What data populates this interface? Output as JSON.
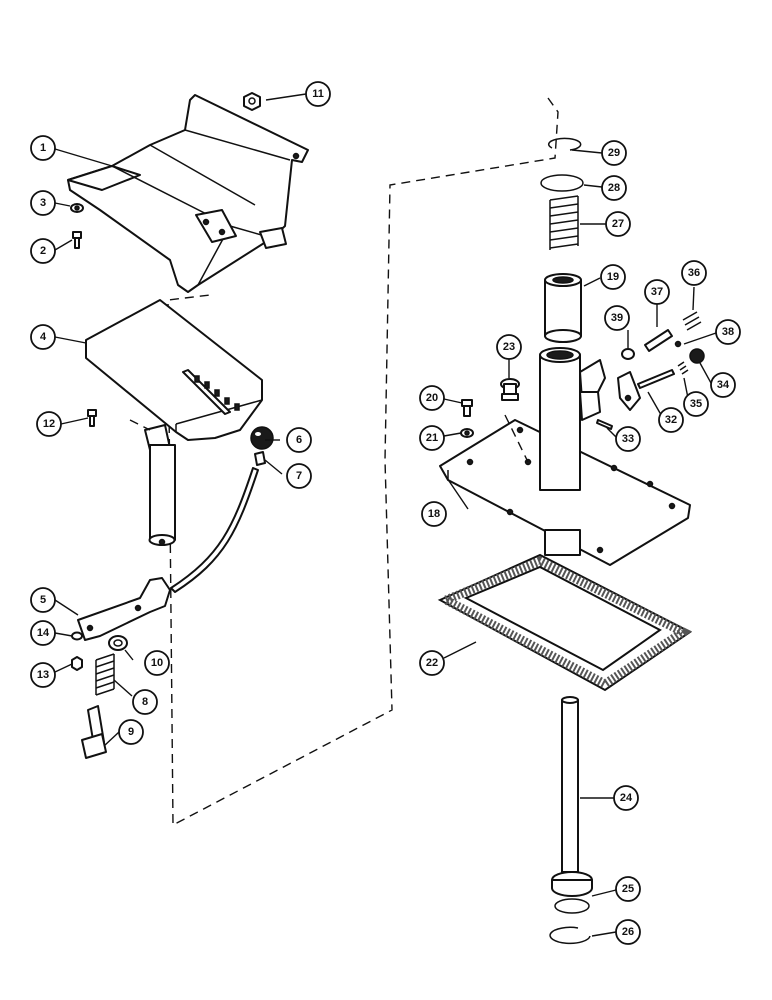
{
  "diagram": {
    "callouts": [
      "1",
      "2",
      "3",
      "4",
      "5",
      "6",
      "7",
      "8",
      "9",
      "10",
      "11",
      "12",
      "13",
      "14",
      "18",
      "19",
      "20",
      "21",
      "22",
      "23",
      "24",
      "25",
      "26",
      "27",
      "28",
      "29",
      "32",
      "33",
      "34",
      "35",
      "36",
      "37",
      "38",
      "39"
    ]
  }
}
